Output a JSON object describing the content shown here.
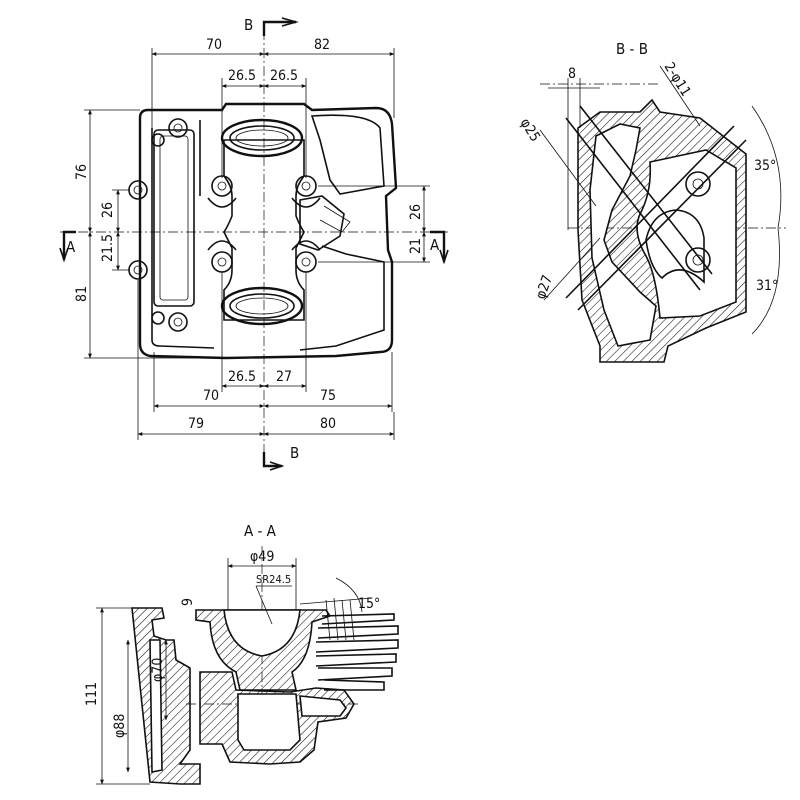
{
  "plan_view": {
    "section_marks": {
      "b_top": "B",
      "b_bottom": "B",
      "a_left": "A",
      "a_right": "A"
    },
    "dims_top": {
      "left": "70",
      "right": "82",
      "inner_left": "26.5",
      "inner_right": "26.5"
    },
    "dims_bottom": {
      "inner_left": "26.5",
      "inner_right": "27",
      "mid_left": "70",
      "mid_right": "75",
      "outer_left": "79",
      "outer_right": "80"
    },
    "dims_left": {
      "upper": "76",
      "mid_upper": "26",
      "mid_lower": "21.5",
      "lower": "81"
    },
    "dims_right": {
      "upper": "26",
      "lower": "21"
    }
  },
  "section_bb": {
    "title": "B - B",
    "dims": {
      "width": "8",
      "holes": "2-φ11",
      "dia_upper": "φ25",
      "dia_lower": "φ27",
      "angle_upper": "35°",
      "angle_lower": "31°"
    }
  },
  "section_aa": {
    "title": "A - A",
    "dims": {
      "bore": "φ49",
      "radius": "SR24.5",
      "angle": "15°",
      "small": "9",
      "height": "111",
      "dia_outer": "φ88",
      "dia_inner": "φ70"
    }
  }
}
